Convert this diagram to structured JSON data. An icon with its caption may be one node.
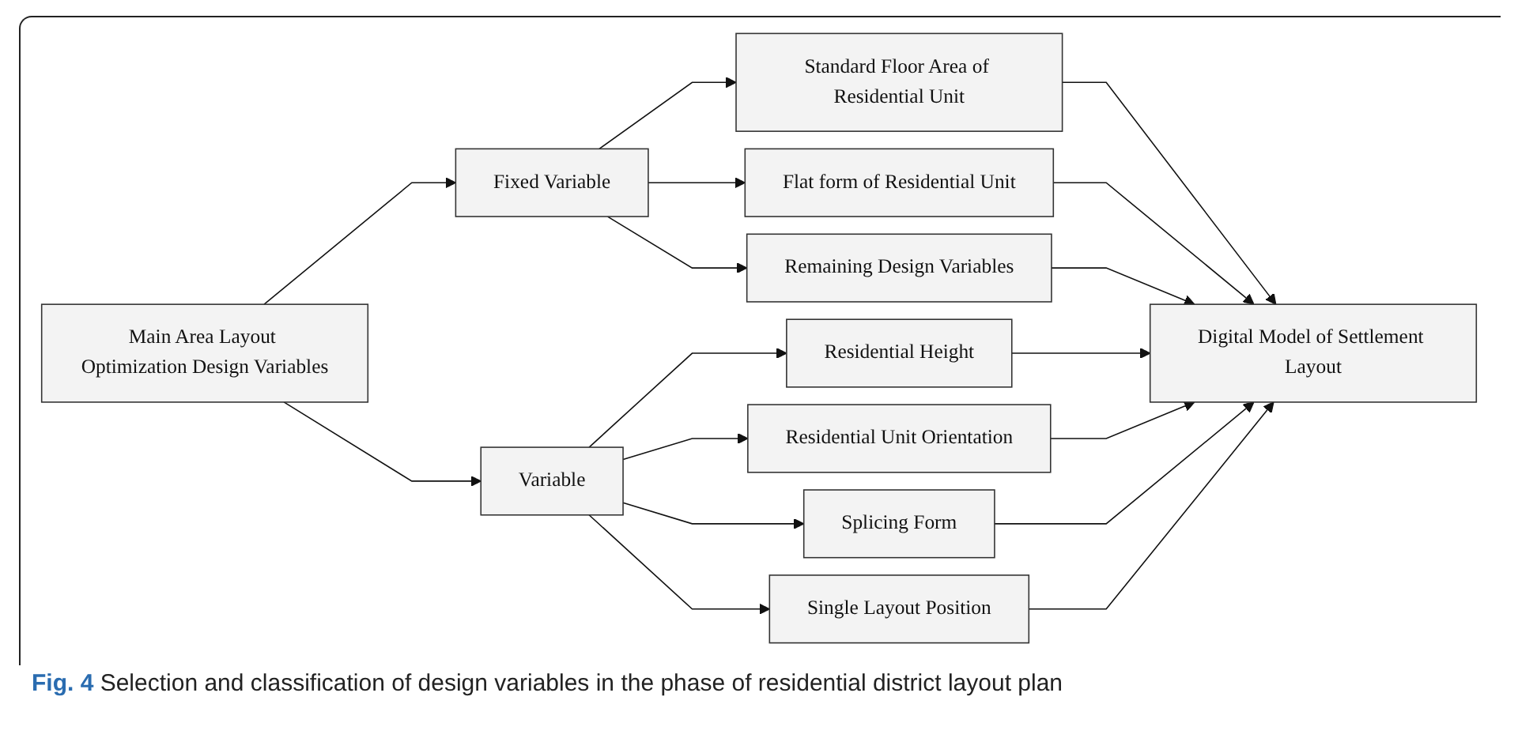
{
  "diagram": {
    "caption": "**Fig. 4** Selection and classification of design variables in the phase of residential district layout plan",
    "nodes": [
      {
        "text": [
          "Main Area Layout Optimization Design Variables"
        ]
      },
      {
        "text": [
          "Fixed Variable"
        ]
      },
      {
        "text": [
          "Variable"
        ]
      },
      {
        "text": [
          "Standard Floor Area of Residential Unit"
        ]
      },
      {
        "text": [
          "Flat form of Residential Unit"
        ]
      },
      {
        "text": [
          "Residential Height"
        ]
      },
      {
        "text": [
          "Residential Unit Orientation"
        ]
      },
      {
        "text": [
          "Splicing Form"
        ]
      },
      {
        "text": [
          "Single Layout Position"
        ]
      },
      {
        "text": [
          "Remaining Design Variables"
        ]
      },
      {
        "text": [
          "Digital Model of Settlement Layout"
        ]
      }
    ],
    "edges": [
      {
        "from": 0,
        "to": 1,
        "arrow": "to"
      },
      {
        "from": 0,
        "to": 2,
        "arrow": "to"
      },
      {
        "from": 1,
        "to": 3,
        "arrow": "to"
      },
      {
        "from": 1,
        "to": 4,
        "arrow": "to"
      },
      {
        "from": 1,
        "to": 9,
        "arrow": "to"
      },
      {
        "from": 2,
        "to": 5,
        "arrow": "to"
      },
      {
        "from": 2,
        "to": 6,
        "arrow": "to"
      },
      {
        "from": 2,
        "to": 7,
        "arrow": "to"
      },
      {
        "from": 2,
        "to": 8,
        "arrow": "to"
      },
      {
        "from": 3,
        "to": 10,
        "arrow": "to"
      },
      {
        "from": 4,
        "to": 10,
        "arrow": "to"
      },
      {
        "from": 5,
        "to": 10,
        "arrow": "to"
      },
      {
        "from": 6,
        "to": 10,
        "arrow": "to"
      },
      {
        "from": 7,
        "to": 10,
        "arrow": "to"
      },
      {
        "from": 8,
        "to": 10,
        "arrow": "to"
      },
      {
        "from": 9,
        "to": 10,
        "arrow": "to"
      }
    ]
  }
}
